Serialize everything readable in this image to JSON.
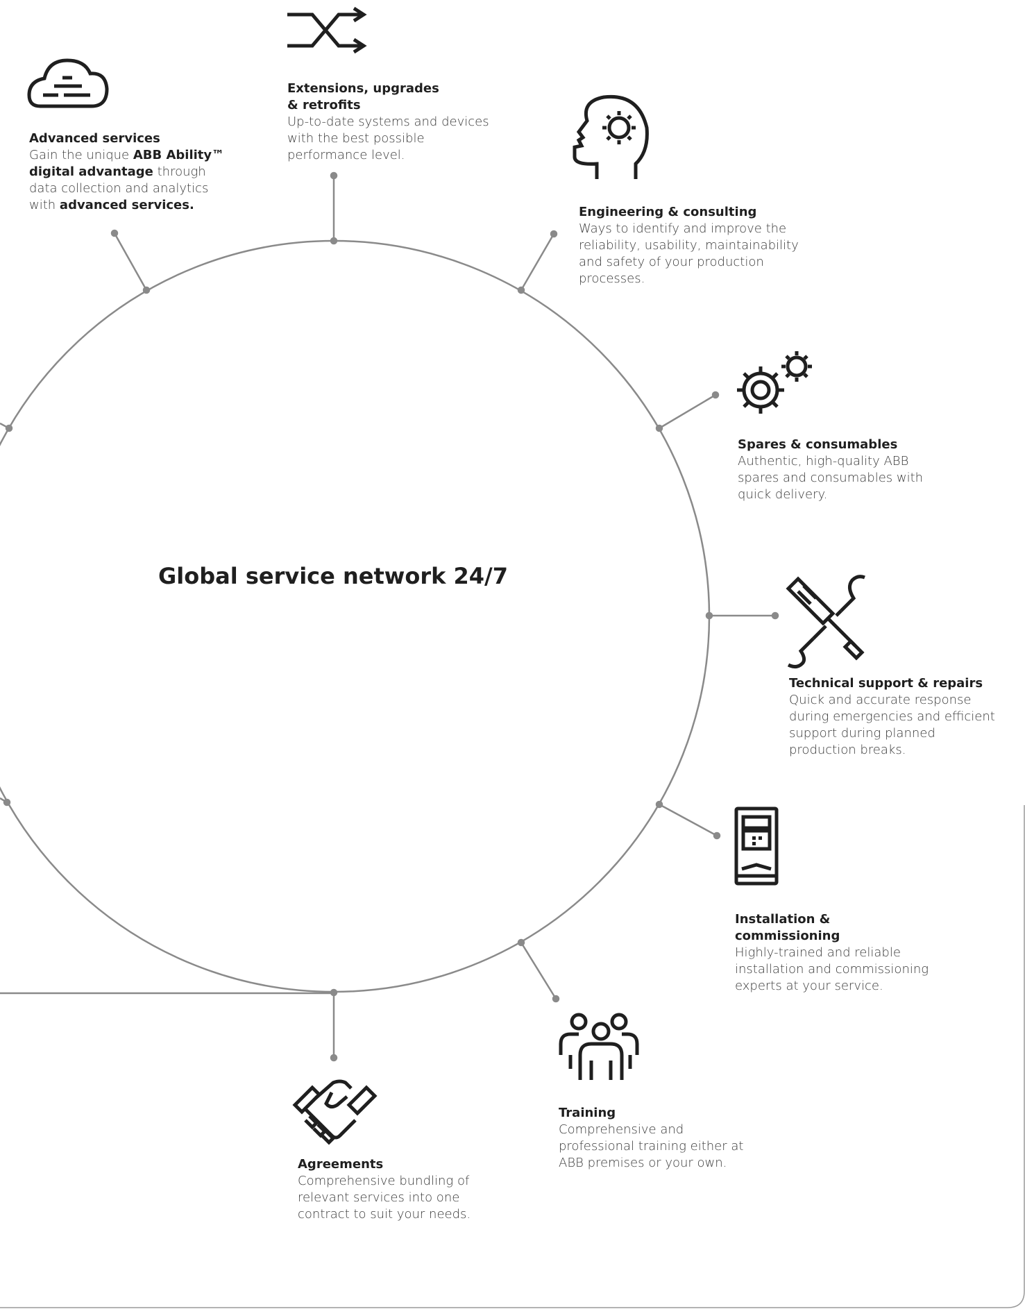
{
  "center_title": "Global service network 24/7",
  "services": [
    {
      "id": "advanced-services",
      "icon": "cloud-icon",
      "title": "Advanced services",
      "desc_parts": [
        {
          "text": "Gain the unique ",
          "bold": false
        },
        {
          "text": "ABB Ability™ digital advantage",
          "bold": true
        },
        {
          "text": " through data collection and analytics with ",
          "bold": false
        },
        {
          "text": "advanced services.",
          "bold": true
        }
      ]
    },
    {
      "id": "extensions",
      "icon": "shuffle-arrows-icon",
      "title": "Extensions, upgrades & retrofits",
      "desc": "Up-to-date systems and devices with the best possible performance level."
    },
    {
      "id": "engineering",
      "icon": "head-gear-icon",
      "title": "Engineering & consulting",
      "desc": "Ways to identify and improve the reliability, usability, maintainability and safety of your production processes."
    },
    {
      "id": "spares",
      "icon": "gears-icon",
      "title": "Spares & consumables",
      "desc": "Authentic, high-quality ABB spares and consumables with quick delivery."
    },
    {
      "id": "technical-support",
      "icon": "screwdriver-wrench-icon",
      "title": "Technical support & repairs",
      "desc": "Quick and accurate response during emergencies and efficient support during planned production breaks."
    },
    {
      "id": "installation",
      "icon": "drive-device-icon",
      "title": "Installation & commissioning",
      "desc": "Highly-trained and reliable installation and commissioning experts at your service."
    },
    {
      "id": "training",
      "icon": "people-group-icon",
      "title": "Training",
      "desc": "Comprehensive and professional training either at ABB premises or your own."
    },
    {
      "id": "agreements",
      "icon": "handshake-icon",
      "title": "Agreements",
      "desc": "Comprehensive bundling of relevant services into one contract to suit your needs."
    }
  ]
}
